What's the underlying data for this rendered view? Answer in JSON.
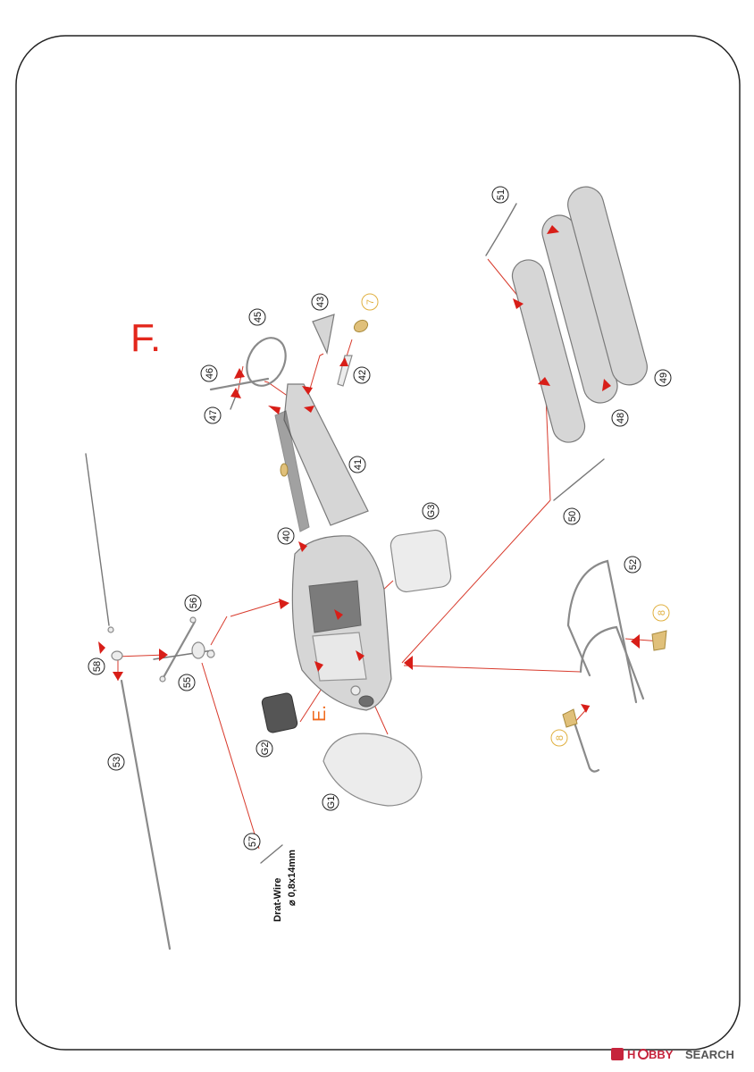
{
  "step_title": "F.",
  "sub_step_label": "E.",
  "part_numbers": {
    "p40": "40",
    "p41": "41",
    "p42": "42",
    "p43": "43",
    "p45": "45",
    "p46": "46",
    "p47": "47",
    "p48": "48",
    "p49": "49",
    "p50": "50",
    "p51": "51",
    "p52": "52",
    "p53": "53",
    "p55": "55",
    "p56": "56",
    "p57": "57",
    "p58": "58",
    "g1": "G1",
    "g2": "G2",
    "g3": "G3",
    "pe7": "7",
    "pe8a": "8",
    "pe8b": "8"
  },
  "wire_note": {
    "line1": "Drat-Wire",
    "line2": "⌀ 0,8x14mm"
  },
  "watermark": {
    "brand_part1": "H",
    "brand_part2": "BBY",
    "brand_part3": "SEARCH"
  },
  "colors": {
    "title_red": "#e3271c",
    "sub_orange": "#f06a1e",
    "arrow_red": "#d81e18",
    "photo_etch_gold": "#e0b040"
  }
}
